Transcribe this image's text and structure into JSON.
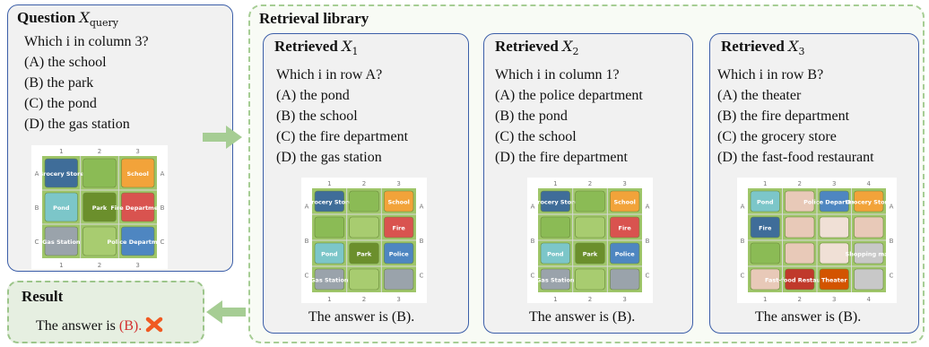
{
  "question": {
    "title_prefix": "Question",
    "title_symbol": "X",
    "title_sub": "query",
    "lines": [
      "Which i in column 3?",
      "(A) the school",
      "(B) the park",
      "(C) the pond",
      "(D) the gas station"
    ],
    "map": {
      "cols": [
        "1",
        "2",
        "3"
      ],
      "rows": [
        "A",
        "B",
        "C"
      ],
      "cells": [
        {
          "row": 0,
          "col": 0,
          "label": "Grocery Store",
          "color": "#3f6d99"
        },
        {
          "row": 0,
          "col": 1,
          "label": "",
          "color": "#8bbb55"
        },
        {
          "row": 0,
          "col": 2,
          "label": "School",
          "color": "#f2a33a"
        },
        {
          "row": 1,
          "col": 0,
          "label": "Pond",
          "color": "#7cc6c9"
        },
        {
          "row": 1,
          "col": 1,
          "label": "Park",
          "color": "#6b8f2c"
        },
        {
          "row": 1,
          "col": 2,
          "label": "Fire Department",
          "color": "#d9534f"
        },
        {
          "row": 2,
          "col": 0,
          "label": "Gas Station",
          "color": "#9aa3ab"
        },
        {
          "row": 2,
          "col": 1,
          "label": "",
          "color": "#a8cc70"
        },
        {
          "row": 2,
          "col": 2,
          "label": "Police Department",
          "color": "#4e86c1"
        }
      ]
    }
  },
  "result": {
    "title": "Result",
    "answer_prefix": "The answer is ",
    "answer_value": "(B).",
    "icon": "cross-icon",
    "icon_color": "#f05a22"
  },
  "library": {
    "title": "Retrieval library",
    "cards": [
      {
        "title_prefix": "Retrieved",
        "title_symbol": "X",
        "title_sub": "1",
        "lines": [
          "Which i in row A?",
          "(A) the pond",
          "(B) the school",
          "(C) the fire department",
          "(D) the gas station"
        ],
        "answer": "The answer is (B).",
        "map": {
          "cols": [
            "1",
            "2",
            "3"
          ],
          "rows": [
            "A",
            "B",
            "C"
          ],
          "cells": [
            {
              "row": 0,
              "col": 0,
              "label": "Grocery Store",
              "color": "#3f6d99"
            },
            {
              "row": 0,
              "col": 1,
              "label": "",
              "color": "#8bbb55"
            },
            {
              "row": 0,
              "col": 2,
              "label": "School",
              "color": "#f2a33a"
            },
            {
              "row": 1,
              "col": 0,
              "label": "",
              "color": "#8bbb55"
            },
            {
              "row": 1,
              "col": 1,
              "label": "",
              "color": "#a8cc70"
            },
            {
              "row": 1,
              "col": 2,
              "label": "Fire",
              "color": "#d9534f"
            },
            {
              "row": 2,
              "col": 0,
              "label": "Pond",
              "color": "#7cc6c9"
            },
            {
              "row": 2,
              "col": 1,
              "label": "Park",
              "color": "#6b8f2c"
            },
            {
              "row": 2,
              "col": 2,
              "label": "Police",
              "color": "#4e86c1"
            },
            {
              "row": 3,
              "col": 0,
              "label": "Gas Station",
              "color": "#9aa3ab"
            },
            {
              "row": 3,
              "col": 1,
              "label": "",
              "color": "#a8cc70"
            },
            {
              "row": 3,
              "col": 2,
              "label": "",
              "color": "#9aa3ab"
            }
          ]
        }
      },
      {
        "title_prefix": "Retrieved",
        "title_symbol": "X",
        "title_sub": "2",
        "lines": [
          "Which i in column 1?",
          "(A) the police department",
          "(B) the pond",
          "(C) the school",
          "(D) the fire department"
        ],
        "answer": "The answer is (B).",
        "map": {
          "cols": [
            "1",
            "2",
            "3"
          ],
          "rows": [
            "A",
            "B",
            "C"
          ],
          "cells": [
            {
              "row": 0,
              "col": 0,
              "label": "Grocery Store",
              "color": "#3f6d99"
            },
            {
              "row": 0,
              "col": 1,
              "label": "",
              "color": "#8bbb55"
            },
            {
              "row": 0,
              "col": 2,
              "label": "School",
              "color": "#f2a33a"
            },
            {
              "row": 1,
              "col": 0,
              "label": "",
              "color": "#8bbb55"
            },
            {
              "row": 1,
              "col": 1,
              "label": "",
              "color": "#a8cc70"
            },
            {
              "row": 1,
              "col": 2,
              "label": "Fire",
              "color": "#d9534f"
            },
            {
              "row": 2,
              "col": 0,
              "label": "Pond",
              "color": "#7cc6c9"
            },
            {
              "row": 2,
              "col": 1,
              "label": "Park",
              "color": "#6b8f2c"
            },
            {
              "row": 2,
              "col": 2,
              "label": "Police",
              "color": "#4e86c1"
            },
            {
              "row": 3,
              "col": 0,
              "label": "Gas Station",
              "color": "#9aa3ab"
            },
            {
              "row": 3,
              "col": 1,
              "label": "",
              "color": "#a8cc70"
            },
            {
              "row": 3,
              "col": 2,
              "label": "",
              "color": "#9aa3ab"
            }
          ]
        }
      },
      {
        "title_prefix": "Retrieved",
        "title_symbol": "X",
        "title_sub": "3",
        "lines": [
          "Which i in row B?",
          "(A) the theater",
          "(B) the fire department",
          "(C) the grocery store",
          "(D) the fast-food restaurant"
        ],
        "answer": "The answer is (B).",
        "map": {
          "cols": [
            "1",
            "2",
            "3",
            "4"
          ],
          "rows": [
            "A",
            "B",
            "C"
          ],
          "cells": [
            {
              "row": 0,
              "col": 0,
              "label": "Pond",
              "color": "#7cc6c9"
            },
            {
              "row": 0,
              "col": 1,
              "label": "",
              "color": "#e8c9b8"
            },
            {
              "row": 0,
              "col": 2,
              "label": "Police Department",
              "color": "#4e86c1"
            },
            {
              "row": 0,
              "col": 3,
              "label": "Grocery Store",
              "color": "#f2a33a"
            },
            {
              "row": 1,
              "col": 0,
              "label": "Fire",
              "color": "#3f6d99"
            },
            {
              "row": 1,
              "col": 1,
              "label": "",
              "color": "#e8c9b8"
            },
            {
              "row": 1,
              "col": 2,
              "label": "",
              "color": "#f0e0d6"
            },
            {
              "row": 1,
              "col": 3,
              "label": "",
              "color": "#e8c9b8"
            },
            {
              "row": 2,
              "col": 0,
              "label": "",
              "color": "#8bbb55"
            },
            {
              "row": 2,
              "col": 1,
              "label": "",
              "color": "#e8c9b8"
            },
            {
              "row": 2,
              "col": 2,
              "label": "",
              "color": "#f0e0d6"
            },
            {
              "row": 2,
              "col": 3,
              "label": "Shopping mall",
              "color": "#c8c8c8"
            },
            {
              "row": 3,
              "col": 0,
              "label": "",
              "color": "#e8c9b8"
            },
            {
              "row": 3,
              "col": 1,
              "label": "Fast-food Restaurant",
              "color": "#c0392b"
            },
            {
              "row": 3,
              "col": 2,
              "label": "Theater",
              "color": "#d35400"
            },
            {
              "row": 3,
              "col": 3,
              "label": "",
              "color": "#c8c8c8"
            }
          ]
        }
      }
    ]
  },
  "arrows": {
    "color": "#a6cd94"
  }
}
